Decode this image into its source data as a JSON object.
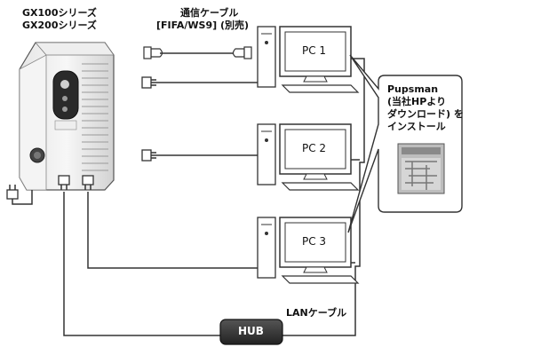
{
  "ups": {
    "line1": "GX100シリーズ",
    "line2": "GX200シリーズ"
  },
  "cable": {
    "line1": "通信ケーブル",
    "line2": "[FIFA/WS9] (別売)"
  },
  "pcs": [
    {
      "label": "PC 1"
    },
    {
      "label": "PC 2"
    },
    {
      "label": "PC 3"
    }
  ],
  "callout": {
    "line1": "Pupsman",
    "line2": "(当社HPより",
    "line3": "ダウンロード) を",
    "line4": "インストール"
  },
  "hub": {
    "label": "HUB"
  },
  "lan": {
    "label": "LANケーブル"
  }
}
